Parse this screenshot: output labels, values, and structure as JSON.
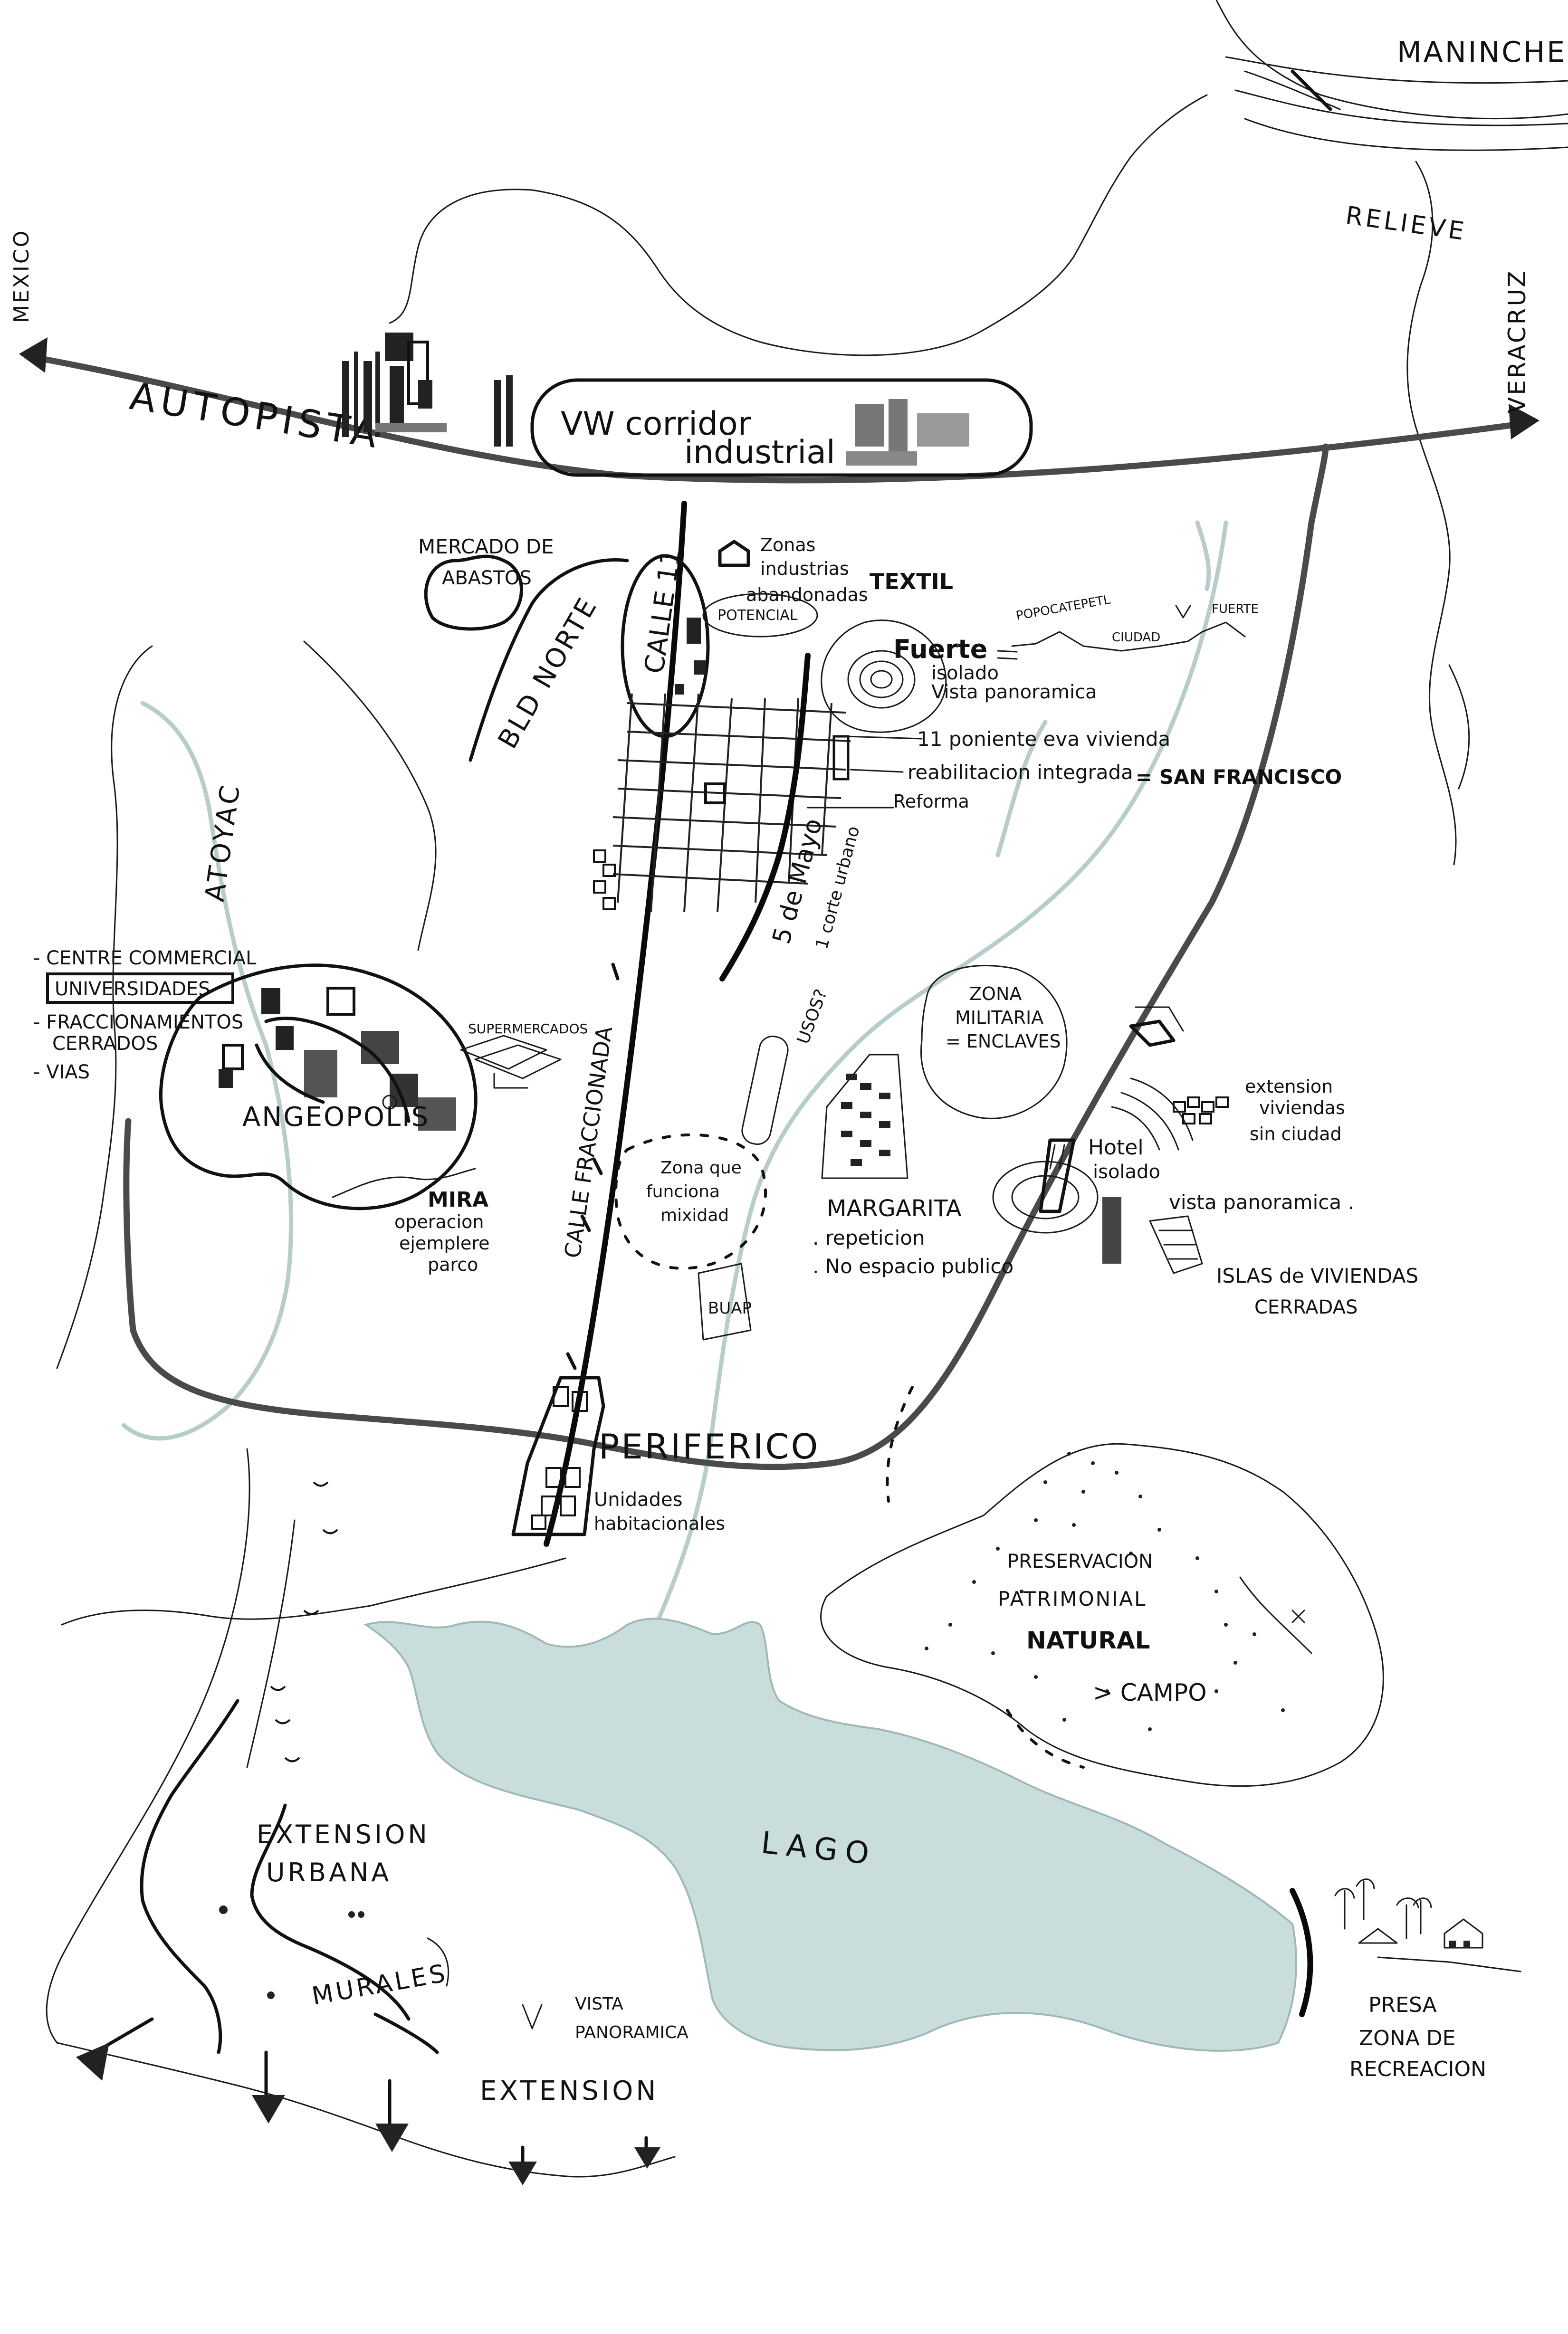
{
  "labels": {
    "maninche": "MANINCHE",
    "relieve": "RELIEVE",
    "mexico": "MEXICO",
    "veracruz": "VERACRUZ",
    "autopista": "AUTOPISTA",
    "vw_corridor_line1": "VW corridor",
    "vw_corridor_line2": "industrial",
    "mercado_line1": "MERCADO DE",
    "mercado_line2": "ABASTOS",
    "blvd_norte": "BLD NORTE",
    "calle11": "CALLE 11",
    "zonas_line1": "Zonas",
    "zonas_line2": "industrias",
    "zonas_line3": "abandonadas",
    "textil": "TEXTIL",
    "potencial": "POTENCIAL",
    "popocatepetl": "POPOCATEPETL",
    "ciudad": "CIUDAD",
    "fuerte_small": "FUERTE",
    "fuerte": "Fuerte",
    "aislado": "isolado",
    "vista_panoramica_fuerte": "Vista panoramica",
    "poniente": "11 poniente eva vivienda",
    "reabilitacion": "reabilitacion integrada",
    "san_francisco": "= SAN FRANCISCO",
    "reforma": "Reforma",
    "cinco_de_mayo": "5 de Mayo",
    "corte_urbano": "1 corte urbano",
    "atoyac": "ATOYAC",
    "centre_commercial": "- CENTRE COMMERCIAL",
    "universidades": "UNIVERSIDADES",
    "fraccionamientos": "- FRACCIONAMIENTOS",
    "cerrados": "CERRADOS",
    "vias": "- VIAS",
    "angeopolis": "ANGEOPOLIS",
    "supermercados": "SUPERMERCADOS",
    "usos": "USOS?",
    "zona_militaria_line1": "ZONA",
    "zona_militaria_line2": "MILITARIA",
    "zona_militaria_line3": "= ENCLAVES",
    "extension_viviendas_line1": "extension",
    "extension_viviendas_line2": "viviendas",
    "extension_viviendas_line3": "sin ciudad",
    "hotel": "Hotel",
    "hotel_isolado": "isolado",
    "vista_panoramica_hotel": "vista panoramica .",
    "islas_line1": "ISLAS de VIVIENDAS",
    "islas_line2": "CERRADAS",
    "mira": "MIRA",
    "operacion_line1": "operacion",
    "operacion_line2": "ejemplere",
    "operacion_line3": "parco",
    "calle_fraccionada": "CALLE FRACCIONADA",
    "zona_que_line1": "Zona que",
    "zona_que_line2": "funciona",
    "zona_que_line3": "mixidad",
    "margarita": "MARGARITA",
    "repeticion": ". repeticion",
    "no_espacio": ". No espacio publico",
    "buap": "BUAP",
    "periferico": "PERIFERICO",
    "unidades_line1": "Unidades",
    "unidades_line2": "habitacionales",
    "preservacion_line1": "PRESERVACION",
    "preservacion_line2": "PATRIMONIAL",
    "preservacion_line3": "NATURAL",
    "campo": "> CAMPO",
    "lago": "LAGO",
    "extension_urbana_line1": "EXTENSION",
    "extension_urbana_line2": "URBANA",
    "murales": "MURALES",
    "vista_panoramica_bottom_line1": "VISTA",
    "vista_panoramica_bottom_line2": "PANORAMICA",
    "extension": "EXTENSION",
    "presa_line1": "PRESA",
    "presa_line2": "ZONA DE",
    "presa_line3": "RECREACION"
  },
  "colors": {
    "ink": "#111111",
    "road_gray": "#4a4a4a",
    "river_blue": "#b7cdcc",
    "lake_fill": "#c9dedc",
    "paper": "#ffffff"
  }
}
